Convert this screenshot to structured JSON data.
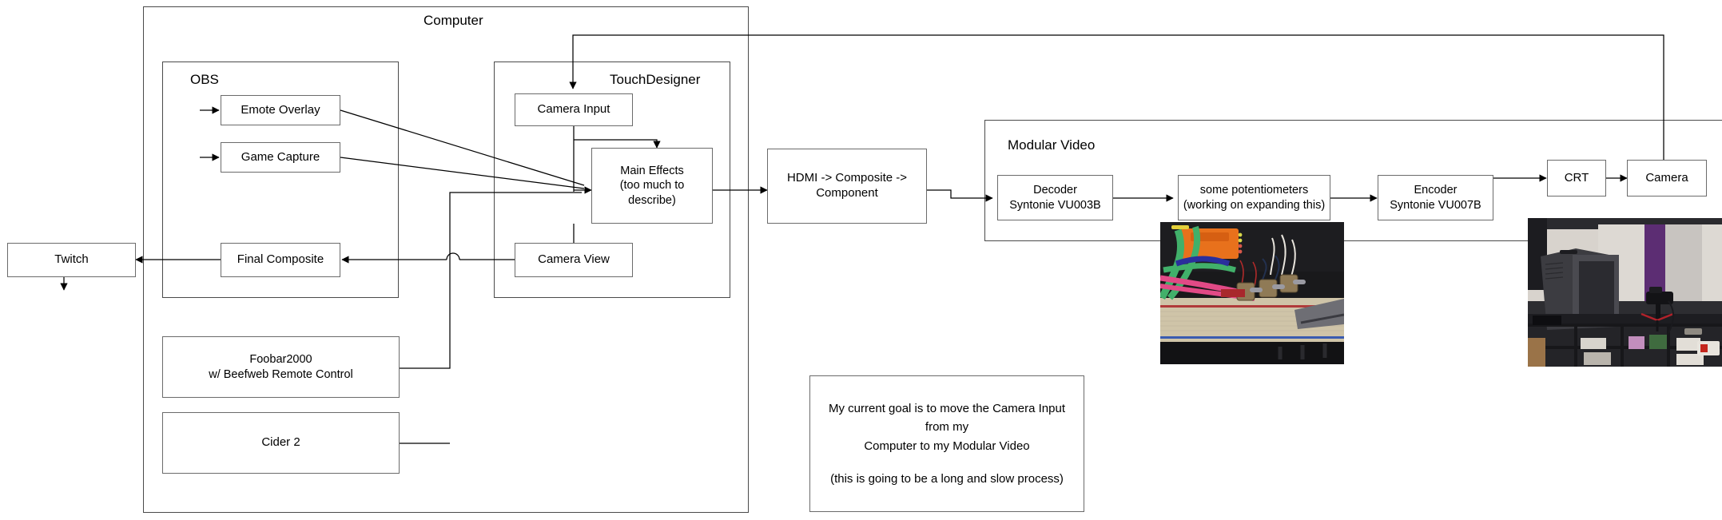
{
  "diagram": {
    "title_groups": {
      "computer": "Computer",
      "obs": "OBS",
      "touchdesigner": "TouchDesigner",
      "modular_video": "Modular Video"
    },
    "nodes": {
      "twitch": "Twitch",
      "emote_overlay": "Emote Overlay",
      "game_capture": "Game Capture",
      "final_composite": "Final Composite",
      "foobar_line1": "Foobar2000",
      "foobar_line2": "w/ Beefweb Remote Control",
      "cider": "Cider 2",
      "camera_input": "Camera Input",
      "main_effects_line1": "Main Effects",
      "main_effects_line2": "(too much to describe)",
      "camera_view": "Camera View",
      "hdmi_chain": "HDMI -> Composite -> Component",
      "decoder_line1": "Decoder",
      "decoder_line2": "Syntonie VU003B",
      "pots_line1": "some potentiometers",
      "pots_line2": "(working on expanding this)",
      "encoder_line1": "Encoder",
      "encoder_line2": "Syntonie VU007B",
      "crt": "CRT",
      "camera": "Camera"
    },
    "note": {
      "line1": "My current goal is to move the Camera Input from my",
      "line2": "Computer to my Modular Video",
      "line3": "(this is going to be a long and slow process)"
    },
    "photos": {
      "breadboard_caption": "breadboard-potentiometers-photo",
      "crt_caption": "crt-and-camera-setup-photo"
    },
    "colors": {
      "stroke": "#4a4a4a",
      "node_stroke": "#6b6b6b",
      "line": "#000000",
      "background": "#ffffff"
    }
  }
}
